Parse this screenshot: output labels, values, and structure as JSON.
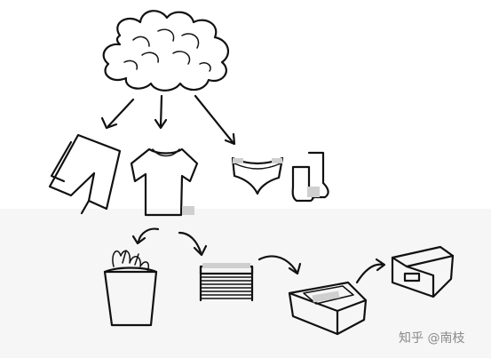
{
  "watermark": "知乎 @南枝",
  "colors": {
    "ink": "#111111",
    "shade": "#cfcfcf",
    "background": "#ffffff",
    "watermark": "#8a8a8a"
  },
  "illustration": {
    "source": "cloud",
    "sorted_items": [
      "pants",
      "t-shirt",
      "underwear",
      "socks"
    ],
    "steps": [
      "trash-bin",
      "folded-stack",
      "open-box",
      "closed-storage-box"
    ]
  }
}
